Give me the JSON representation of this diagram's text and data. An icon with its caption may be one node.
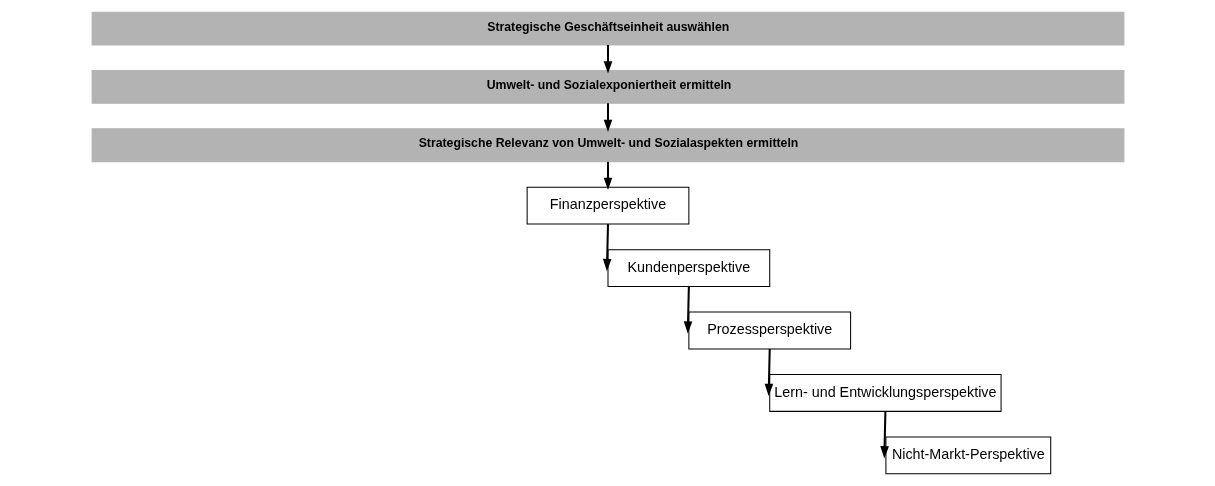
{
  "diagram": {
    "nodes": [
      {
        "text": [
          "Strategische Geschäftseinheit auswählen"
        ]
      },
      {
        "text": [
          "Umwelt- und Sozialexponiertheit ermitteln"
        ]
      },
      {
        "text": [
          "Strategische Relevanz von Umwelt- und Sozialaspekten ermitteln"
        ]
      },
      {
        "text": [
          "Finanzperspektive"
        ]
      },
      {
        "text": [
          "Kundenperspektive"
        ]
      },
      {
        "text": [
          "Prozessperspektive"
        ]
      },
      {
        "text": [
          "Lern- und Entwicklungsperspektive"
        ]
      },
      {
        "text": [
          "Nicht-Markt-Perspektive"
        ]
      }
    ],
    "edges": [
      {
        "from": 0,
        "to": 1,
        "arrow": "to"
      },
      {
        "from": 1,
        "to": 2,
        "arrow": "to"
      },
      {
        "from": 2,
        "to": 3,
        "arrow": "to"
      },
      {
        "from": 3,
        "to": 4,
        "arrow": "to"
      },
      {
        "from": 4,
        "to": 5,
        "arrow": "to"
      },
      {
        "from": 5,
        "to": 6,
        "arrow": "to"
      },
      {
        "from": 6,
        "to": 7,
        "arrow": "to"
      }
    ]
  }
}
